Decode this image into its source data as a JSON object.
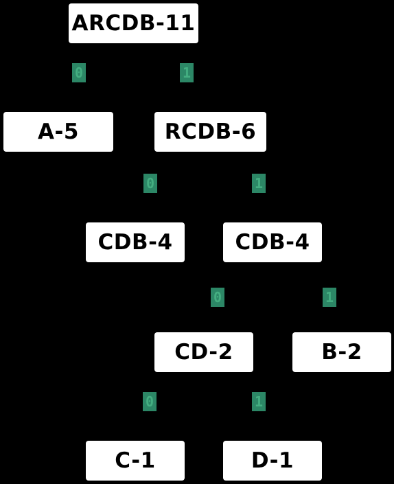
{
  "colors": {
    "background": "#000000",
    "node_fill": "#ffffff",
    "node_text": "#000000",
    "edge_label": "#2f8f6c"
  },
  "tree": {
    "root": "ARCDB-11",
    "level1": {
      "left": "A-5",
      "right": "RCDB-6"
    },
    "level2": {
      "left": "CDB-4",
      "right": "CDB-4"
    },
    "level3": {
      "left": "CD-2",
      "right": "B-2"
    },
    "level4": {
      "left": "C-1",
      "right": "D-1"
    }
  },
  "edges": {
    "e1_left": "0",
    "e1_right": "1",
    "e2_left": "0",
    "e2_right": "1",
    "e3_left": "0",
    "e3_right": "1",
    "e4_left": "0",
    "e4_right": "1"
  }
}
